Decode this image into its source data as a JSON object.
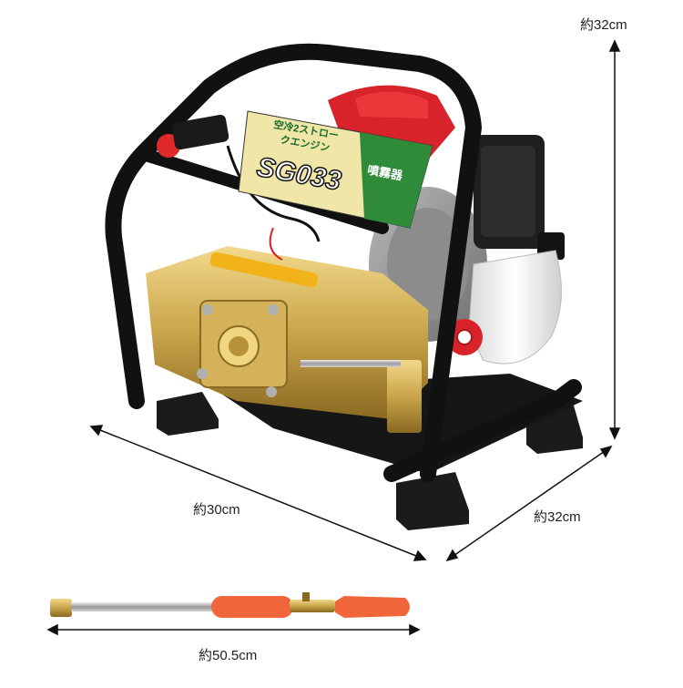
{
  "product": {
    "plate_line1": "空冷2ストロー",
    "plate_line2": "クエンジン",
    "model": "SG033",
    "tag": "噴霧器"
  },
  "dimensions": {
    "height": "約32cm",
    "width": "約30cm",
    "depth": "約32cm",
    "lance_length": "約50.5cm"
  },
  "colors": {
    "frame": "#111111",
    "brass": "#c9a44a",
    "engine_red": "#d8232a",
    "plate_yellow": "#efe6a8",
    "plate_green": "#2f8a3a",
    "nozzle_orange": "#f0663a"
  }
}
